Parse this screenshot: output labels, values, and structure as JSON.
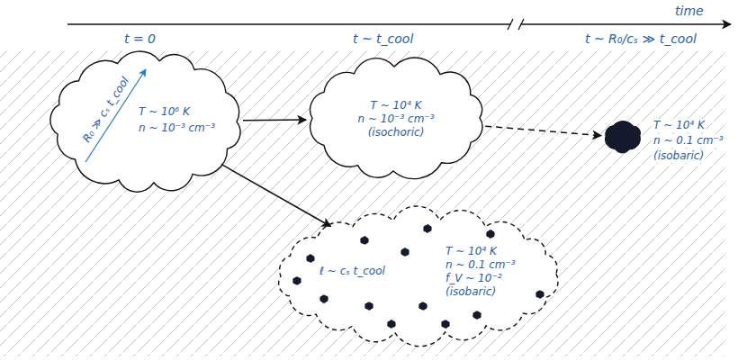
{
  "diagram": {
    "nodes": [
      {
        "text": [
          "R₀ ≫ cₛ t_cool",
          "T ~ 10⁶ K",
          "n ~ 10⁻³ cm⁻³"
        ]
      },
      {
        "text": [
          "T ~ 10⁴ K",
          "n ~ 10⁻³ cm⁻³",
          "(isochoric)"
        ]
      },
      {
        "text": [
          "T ~ 10⁴ K",
          "n ~ 0.1 cm⁻³",
          "(isobaric)"
        ]
      },
      {
        "text": [
          "ℓ ~ cₛ t_cool",
          "T ~ 10⁴ K",
          "n ~ 0.1 cm⁻³",
          "f_V ~ 10⁻²",
          "(isobaric)"
        ]
      }
    ],
    "edges": [
      {
        "from": 0,
        "to": 1,
        "arrow": "to"
      },
      {
        "from": 1,
        "to": 2,
        "arrow": "to"
      },
      {
        "from": 0,
        "to": 3,
        "arrow": "to"
      }
    ],
    "labels": [
      "time",
      "t = 0",
      "t ~ t_cool",
      "t ~ R₀/cₛ ≫ t_cool"
    ]
  }
}
